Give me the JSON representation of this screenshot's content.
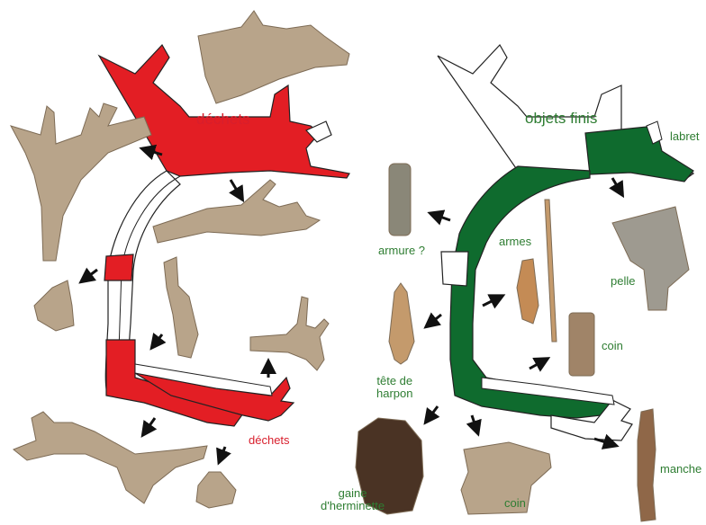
{
  "colors": {
    "waste": "#e31e24",
    "finished": "#0f6b2e",
    "label_waste": "#d81e2c",
    "label_finished": "#2e7d32",
    "antler_photo": "#b8a48a",
    "arrow": "#111111"
  },
  "left_panel": {
    "title": "déchets",
    "bottom_label": "déchets"
  },
  "right_panel": {
    "title": "objets finis",
    "labels": {
      "labret": "labret",
      "armure": "armure ?",
      "armes": "armes",
      "pelle": "pelle",
      "coin_right": "coin",
      "tete_de_harpon": "tête de\nharpon",
      "gaine": "gaine\nd'herminette",
      "coin_bottom": "coin",
      "manche": "manche"
    }
  }
}
